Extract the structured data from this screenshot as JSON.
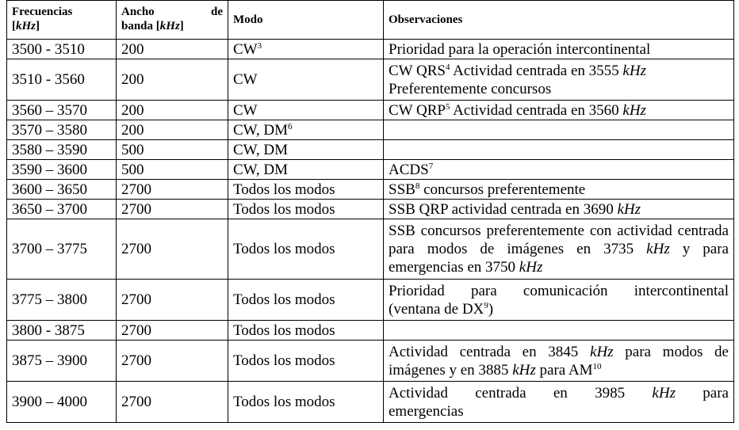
{
  "headers": {
    "freq_line1": "Frecuencias",
    "freq_line2_open": "[",
    "freq_unit": "kHz",
    "freq_line2_close": "]",
    "ancho_word1": "Ancho",
    "ancho_word2": "de",
    "ancho_line2_prefix": "banda [",
    "ancho_unit": "kHz",
    "ancho_line2_close": "]",
    "modo": "Modo",
    "observaciones": "Observaciones"
  },
  "rows": [
    {
      "freq": "3500 - 3510",
      "bw": "200",
      "mode": "CW",
      "mode_sup": "3",
      "obs_a": "Prioridad para la operación intercontinental"
    },
    {
      "freq": "3510 - 3560",
      "bw": "200",
      "mode": "CW",
      "obs_a": "CW QRS",
      "obs_a_sup": "4",
      "obs_b": " Actividad centrada en 3555 ",
      "obs_unit": "kHz",
      "obs_line2": "Preferentemente concursos"
    },
    {
      "freq": "3560 – 3570",
      "bw": "200",
      "mode": "CW",
      "obs_a": "CW QRP",
      "obs_a_sup": "5",
      "obs_b": " Actividad centrada en 3560 ",
      "obs_unit": "kHz"
    },
    {
      "freq": "3570 – 3580",
      "bw": "200",
      "mode": "CW, DM",
      "mode_sup": "6"
    },
    {
      "freq": "3580 – 3590",
      "bw": "500",
      "mode": "CW, DM"
    },
    {
      "freq": "3590 – 3600",
      "bw": "500",
      "mode": "CW, DM",
      "obs_a": "ACDS",
      "obs_a_sup": "7"
    },
    {
      "freq": "3600 – 3650",
      "bw": "2700",
      "mode": "Todos los modos",
      "obs_a": "SSB",
      "obs_a_sup": "8",
      "obs_b": " concursos preferentemente"
    },
    {
      "freq": "3650 – 3700",
      "bw": "2700",
      "mode": "Todos los modos",
      "obs_a": "SSB QRP actividad centrada en 3690 ",
      "obs_unit": "kHz"
    },
    {
      "freq": "3700 – 3775",
      "bw": "2700",
      "mode": "Todos los modos",
      "obs_a": "SSB concursos preferentemente con actividad centrada para modos de imágenes en 3735 ",
      "obs_unit": "kHz",
      "obs_b": " y para emergencias en 3750 ",
      "obs_unit2": "kHz"
    },
    {
      "freq": "3775 – 3800",
      "bw": "2700",
      "mode": "Todos los modos",
      "obs_a": "Prioridad para comunicación intercontinental",
      "obs_line2_pre": "(ventana de DX",
      "obs_line2_sup": "9",
      "obs_line2_post": ")"
    },
    {
      "freq": "3800 - 3875",
      "bw": "2700",
      "mode": "Todos los modos"
    },
    {
      "freq": "3875 – 3900",
      "bw": "2700",
      "mode": "Todos los modos",
      "obs_a": "Actividad centrada en 3845 ",
      "obs_unit": "kHz",
      "obs_b": " para modos de imágenes y en 3885 ",
      "obs_unit2": "kHz",
      "obs_c": " para AM",
      "obs_c_sup": "10"
    },
    {
      "freq": "3900 – 4000",
      "bw": "2700",
      "mode": "Todos los modos",
      "obs_a": "Actividad centrada en 3985 ",
      "obs_unit": "kHz",
      "obs_b": " para",
      "obs_line2": "emergencias"
    }
  ]
}
